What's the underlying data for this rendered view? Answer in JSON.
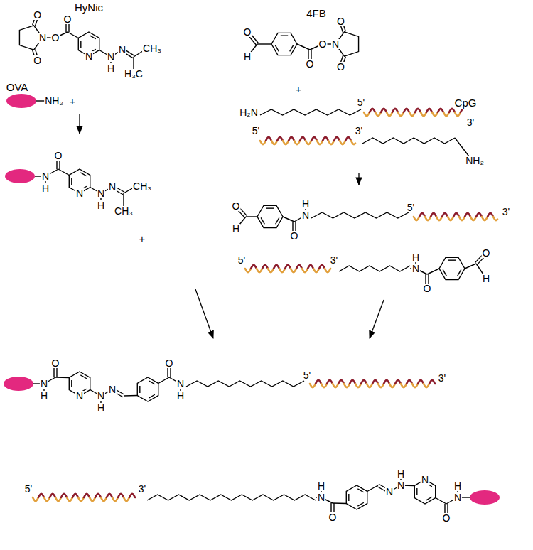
{
  "diagram": {
    "nodes": [
      {
        "text": [
          "HyNic",
          "OVA",
          "O",
          "O",
          "N",
          "O",
          "O",
          "N",
          "N",
          "H",
          "N",
          "CH₃",
          "H₃C",
          "NH₂"
        ]
      },
      {
        "text": [
          "4FB",
          "O",
          "H",
          "O",
          "O",
          "N",
          "O",
          "O",
          "H₂N",
          "5'",
          "CpG",
          "3'",
          "5'",
          "3'",
          "NH₂"
        ]
      },
      {
        "text": [
          "O",
          "N",
          "H",
          "N",
          "N",
          "H",
          "N",
          "CH₃",
          "CH₃"
        ]
      },
      {
        "text": [
          "O",
          "H",
          "O",
          "H",
          "N",
          "5'",
          "3'",
          "5'",
          "3'",
          "H",
          "N",
          "O",
          "O",
          "H"
        ]
      },
      {
        "text": [
          "O",
          "N",
          "H",
          "N",
          "N",
          "H",
          "N",
          "O",
          "N",
          "H",
          "5'",
          "3'",
          "5'",
          "3'",
          "H",
          "N",
          "O",
          "N",
          "H",
          "N",
          "N",
          "O",
          "H",
          "N"
        ]
      }
    ],
    "edges": [
      {
        "from": 0,
        "to": 2,
        "arrow": "to"
      },
      {
        "from": 1,
        "to": 3,
        "arrow": "to"
      },
      {
        "from": 2,
        "to": 4,
        "arrow": "to"
      },
      {
        "from": 3,
        "to": 4,
        "arrow": "to"
      }
    ],
    "labels": [
      "+",
      "+",
      "+"
    ]
  }
}
